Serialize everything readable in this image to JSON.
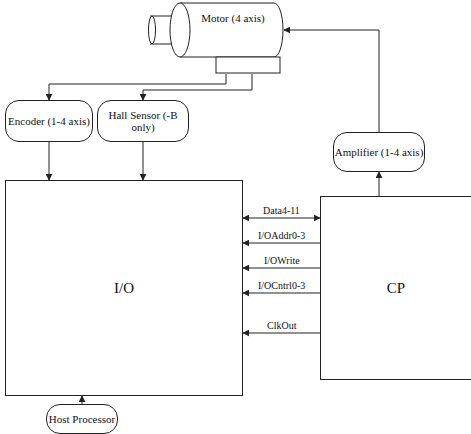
{
  "diagram": {
    "nodes": [
      {
        "text": [
          "Motor (4 axis)"
        ]
      },
      {
        "text": [
          "Encoder (1-4 axis)"
        ]
      },
      {
        "text": [
          "Hall Sensor (-B only)"
        ]
      },
      {
        "text": [
          "Amplifier (1-4 axis)"
        ]
      },
      {
        "text": [
          "I/O"
        ]
      },
      {
        "text": [
          "CP"
        ]
      },
      {
        "text": [
          "Host Processor"
        ]
      }
    ],
    "edges": [
      {
        "from": 0,
        "to": 1,
        "arrow": "to"
      },
      {
        "from": 0,
        "to": 2,
        "arrow": "to"
      },
      {
        "from": 3,
        "to": 0,
        "arrow": "to"
      },
      {
        "from": 1,
        "to": 4,
        "arrow": "to"
      },
      {
        "from": 2,
        "to": 4,
        "arrow": "to"
      },
      {
        "from": 5,
        "to": 3,
        "arrow": "to"
      },
      {
        "from": 6,
        "to": 4,
        "arrow": "to"
      },
      {
        "from": 4,
        "to": 5,
        "label": "Data4-11",
        "arrow": "both"
      },
      {
        "from": 5,
        "to": 4,
        "label": "I/OAddr0-3",
        "arrow": "to"
      },
      {
        "from": 5,
        "to": 4,
        "label": "I/OWrite",
        "arrow": "to"
      },
      {
        "from": 5,
        "to": 4,
        "label": "I/OCntrl0-3",
        "arrow": "to"
      },
      {
        "from": 5,
        "to": 4,
        "label": "ClkOut",
        "arrow": "to"
      }
    ]
  }
}
